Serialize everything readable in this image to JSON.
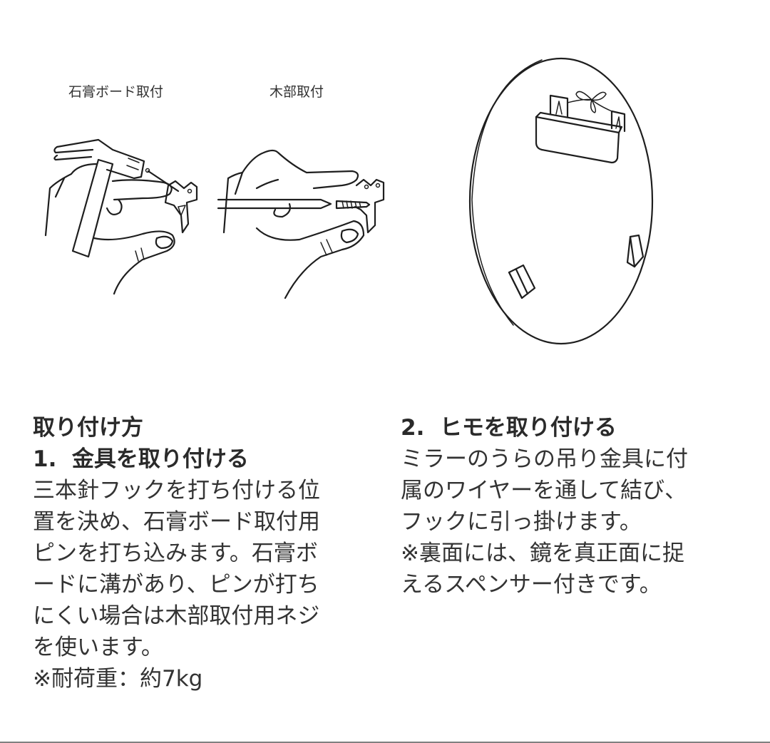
{
  "illustrations": {
    "gypsum_caption": "石膏ボード取付",
    "wood_caption": "木部取付",
    "mirror_back": "mirror-back-with-hook-and-spacers"
  },
  "section1": {
    "title": "取り付け方",
    "step_heading": "1.  金具を取り付ける",
    "lines": [
      "三本針フックを打ち付ける位",
      "置を決め、石膏ボード取付用",
      "ピンを打ち込みます。石膏ボ",
      "ードに溝があり、ピンが打ち",
      "にくい場合は木部取付用ネジ",
      "を使います。",
      "※耐荷重：約7kg"
    ]
  },
  "section2": {
    "step_heading": "2.  ヒモを取り付ける",
    "lines": [
      "ミラーのうらの吊り金具に付",
      "属のワイヤーを通して結び、",
      "フックに引っ掛けます。",
      "※裏面には、鏡を真正面に捉",
      "えるスペンサー付きです。"
    ]
  }
}
